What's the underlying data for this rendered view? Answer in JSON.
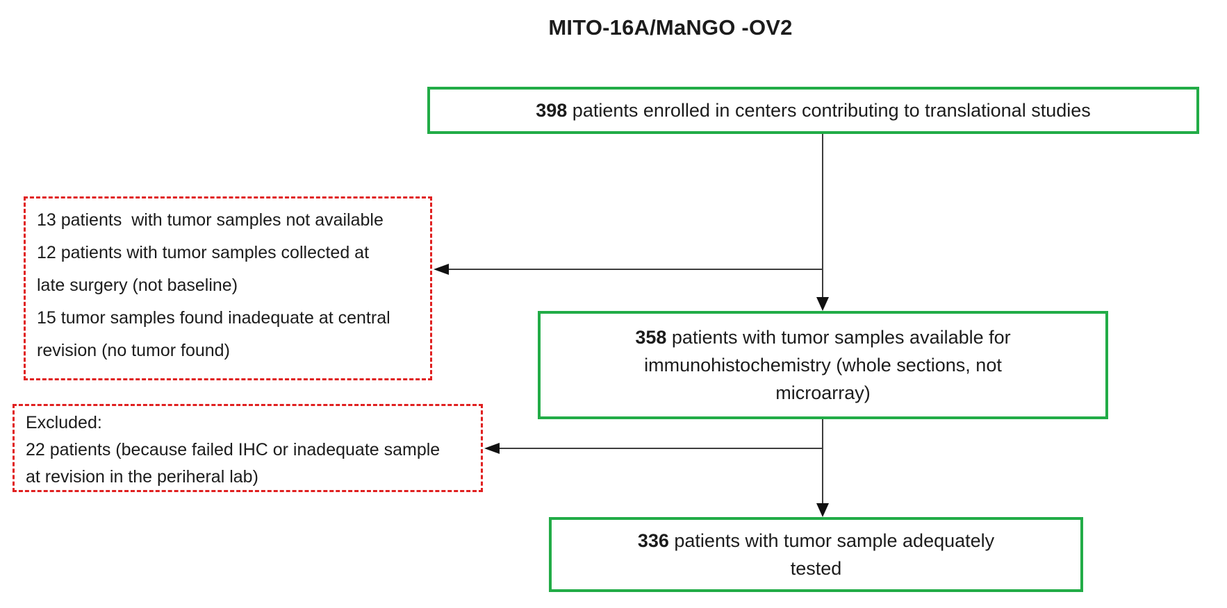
{
  "title": "MITO-16A/MaNGO -OV2",
  "boxes": {
    "enrolled": {
      "number": "398",
      "rest": " patients enrolled in centers contributing to translational studies"
    },
    "available": {
      "number": "358",
      "line1_rest": " patients with tumor samples available for",
      "line2": "immunohistochemistry (whole sections, not",
      "line3": "microarray)"
    },
    "tested": {
      "number": "336",
      "line1_rest": " patients with tumor sample adequately",
      "line2": "tested"
    }
  },
  "exclusions": {
    "first": {
      "lines": [
        "13 patients  with tumor samples not available",
        "12 patients with tumor samples collected at",
        "late surgery (not baseline)",
        "15 tumor samples found inadequate at central",
        "revision (no tumor found)"
      ]
    },
    "second": {
      "lines": [
        "Excluded:",
        "22 patients (because failed IHC or inadequate sample",
        "at revision in the periheral lab)"
      ]
    }
  },
  "colors": {
    "box_border_green": "#22ac47",
    "exclusion_border_red": "#e02020",
    "arrow_line": "#3d3d3d",
    "text": "#1c1c1c"
  }
}
